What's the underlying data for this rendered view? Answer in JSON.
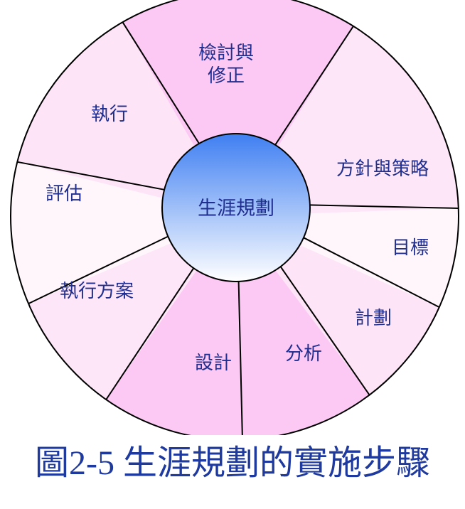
{
  "diagram": {
    "center": "生涯規劃",
    "segments": [
      {
        "lines": [
          "檢討與",
          "修正"
        ],
        "fill": "#fcc8f4"
      },
      {
        "lines": [
          "方針與策略"
        ],
        "fill": "#fde6f8"
      },
      {
        "lines": [
          "目標"
        ],
        "fill": "#fef6fb"
      },
      {
        "lines": [
          "計劃"
        ],
        "fill": "#fde4f6"
      },
      {
        "lines": [
          "分析"
        ],
        "fill": "#fcc8f4"
      },
      {
        "lines": [
          "設計"
        ],
        "fill": "#fcc8f4"
      },
      {
        "lines": [
          "執行方案"
        ],
        "fill": "#fde6f8"
      },
      {
        "lines": [
          "評估"
        ],
        "fill": "#fef6fb"
      },
      {
        "lines": [
          "執行"
        ],
        "fill": "#fde4f6"
      }
    ],
    "colors": {
      "text": "#1f2e8f",
      "outline": "#000000",
      "hub_top": "#ffffff",
      "hub_bottom": "#3f7ff2"
    }
  },
  "caption": "圖2-5 生涯規劃的實施步驟"
}
